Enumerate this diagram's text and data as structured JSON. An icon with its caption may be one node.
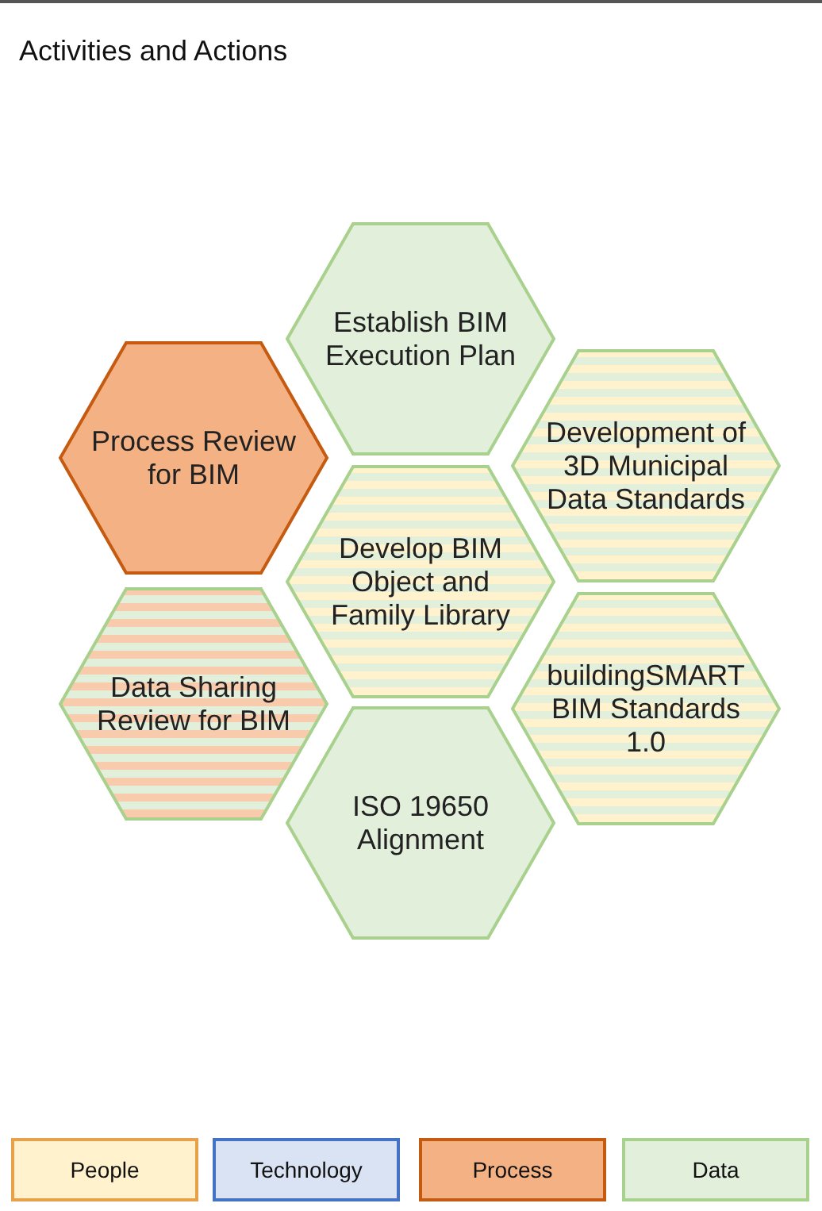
{
  "diagram": {
    "title": "Activities and Actions",
    "nodes": [
      {
        "text": [
          "Establish BIM Execution Plan"
        ]
      },
      {
        "text": [
          "Process Review for BIM"
        ]
      },
      {
        "text": [
          "Development of 3D Municipal Data Standards"
        ]
      },
      {
        "text": [
          "Develop BIM Object and Family Library"
        ]
      },
      {
        "text": [
          "Data Sharing Review for BIM"
        ]
      },
      {
        "text": [
          "buildingSMART BIM Standards 1.0"
        ]
      },
      {
        "text": [
          "ISO 19650 Alignment"
        ]
      }
    ],
    "legend": [
      {
        "text": "People",
        "color": "#fff2cc"
      },
      {
        "text": "Technology",
        "color": "#dae3f3"
      },
      {
        "text": "Process",
        "color": "#f4b183"
      },
      {
        "text": "Data",
        "color": "#e2efda"
      }
    ]
  }
}
